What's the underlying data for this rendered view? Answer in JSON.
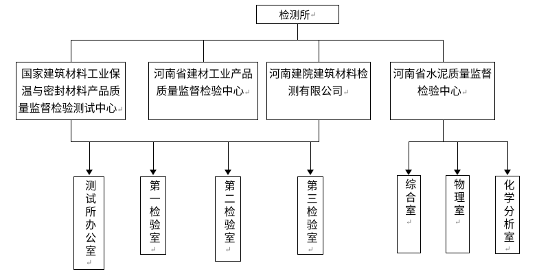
{
  "marks": {
    "return": "↵"
  },
  "root": {
    "label": "检测所"
  },
  "level2": [
    {
      "label": "国家建筑材料工业保温与密封材料产品质量监督检验测试中心",
      "lines": [
        "国家建筑材料工业保",
        "温与密封材料产品质",
        "量监督检验测试中心"
      ]
    },
    {
      "label": "河南省建材工业产品质量监督检验中心",
      "lines": [
        "河南省建材工业产品",
        "质量监督检验中心"
      ]
    },
    {
      "label": "河南建院建筑材料检测有限公司",
      "lines": [
        "河南建院建筑材料检",
        "测有限公司"
      ]
    },
    {
      "label": "河南省水泥质量监督检验中心",
      "lines": [
        "河南省水泥质量监督",
        "检验中心"
      ]
    }
  ],
  "level3": [
    {
      "label": "测试所办公室"
    },
    {
      "label": "第一检验室"
    },
    {
      "label": "第二检验室"
    },
    {
      "label": "第三检验室"
    },
    {
      "label": "综合室"
    },
    {
      "label": "物理室"
    },
    {
      "label": "化学分析室"
    }
  ],
  "connections": {
    "root_to": [
      "国家建筑材料工业保温与密封材料产品质量监督检验测试中心",
      "河南省建材工业产品质量监督检验中心",
      "河南建院建筑材料检测有限公司",
      "河南省水泥质量监督检验中心"
    ],
    "left_bus": {
      "sources": [
        "国家建筑材料工业保温与密封材料产品质量监督检验测试中心",
        "河南建院建筑材料检测有限公司"
      ],
      "targets": [
        "测试所办公室",
        "第一检验室",
        "第二检验室",
        "第三检验室"
      ],
      "arrowheads": true
    },
    "right_bus": {
      "sources": [
        "河南省水泥质量监督检验中心"
      ],
      "targets": [
        "综合室",
        "物理室",
        "化学分析室"
      ],
      "arrowheads": true
    }
  },
  "colors": {
    "line": "#000000",
    "text": "#000000",
    "return_mark": "#808080",
    "background": "#ffffff"
  }
}
